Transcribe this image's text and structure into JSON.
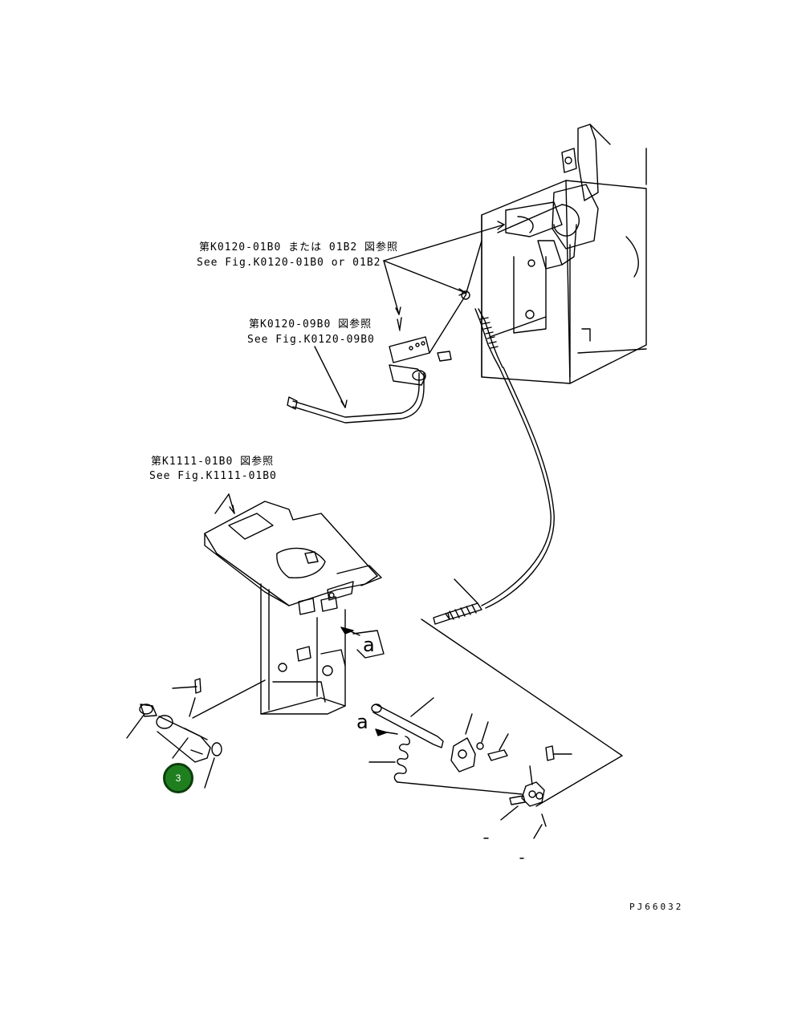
{
  "labels": {
    "ref1_jp": "第K0120-01B0 または 01B2 図参照",
    "ref1_en": "See Fig.K0120-01B0 or 01B2",
    "ref2_jp": "第K0120-09B0 図参照",
    "ref2_en": "See Fig.K0120-09B0",
    "ref3_jp": "第K1111-01B0 図参照",
    "ref3_en": "See Fig.K1111-01B0"
  },
  "markers": {
    "a1": "a",
    "a2": "a"
  },
  "callout": {
    "number": "3",
    "color": "#1f7f1f"
  },
  "figure_code": "PJ66032"
}
